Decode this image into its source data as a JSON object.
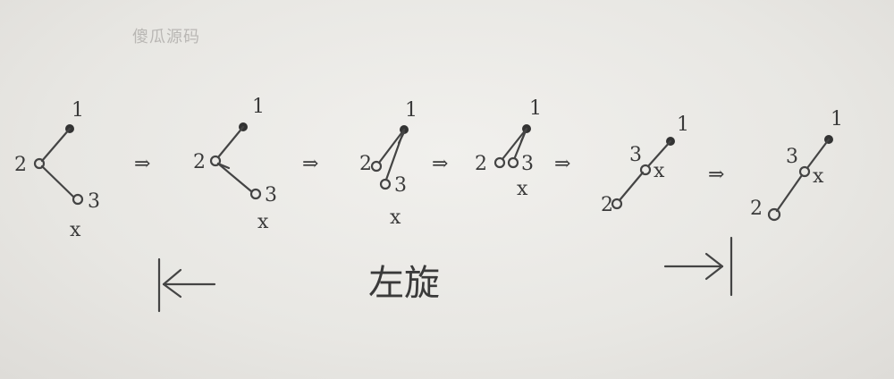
{
  "watermark": "傻瓜源码",
  "arrow": "⇒",
  "labels": {
    "n1": "1",
    "n2": "2",
    "n3": "3",
    "nx": "x"
  },
  "caption": "左旋",
  "ink_color": "#444444",
  "paper_color": "#efeeeb"
}
